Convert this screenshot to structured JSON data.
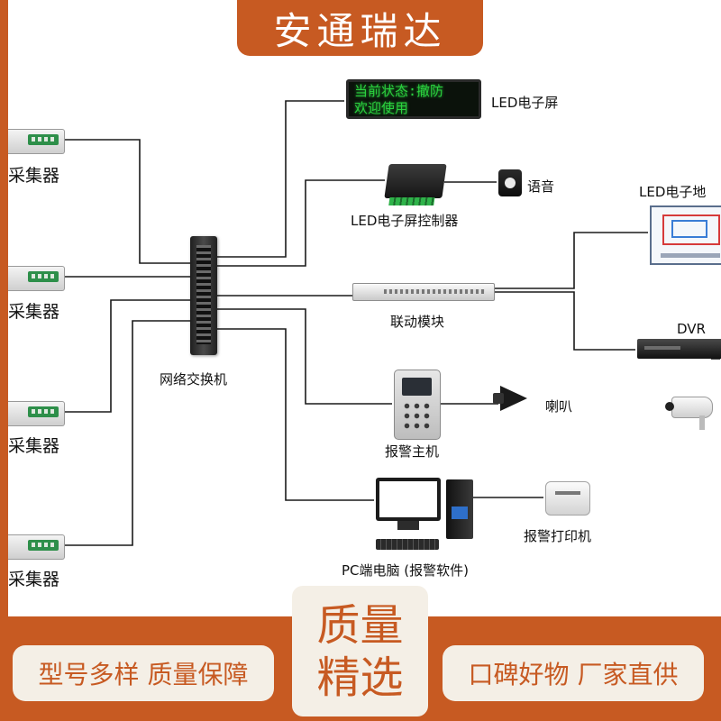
{
  "brand": "安通瑞达",
  "collector_label": "采集器",
  "nodes": {
    "switch_label": "网络交换机",
    "led_screen_label": "LED电子屏",
    "led_screen_text_line1": "当前状态:撤防",
    "led_screen_text_line2": "欢迎使用",
    "led_controller_label": "LED电子屏控制器",
    "voice_label": "语音",
    "map_screen_label": "LED电子地",
    "link_module_label": "联动模块",
    "dvr_label": "DVR",
    "alarm_host_label": "报警主机",
    "horn_label": "喇叭",
    "pc_label": "PC端电脑 (报警软件)",
    "printer_label": "报警打印机"
  },
  "badges": {
    "left": "型号多样 质量保障",
    "center_line1": "质量",
    "center_line2": "精选",
    "right": "口碑好物 厂家直供"
  },
  "colors": {
    "brand_orange": "#c75a22",
    "badge_bg": "#f4efe6"
  }
}
